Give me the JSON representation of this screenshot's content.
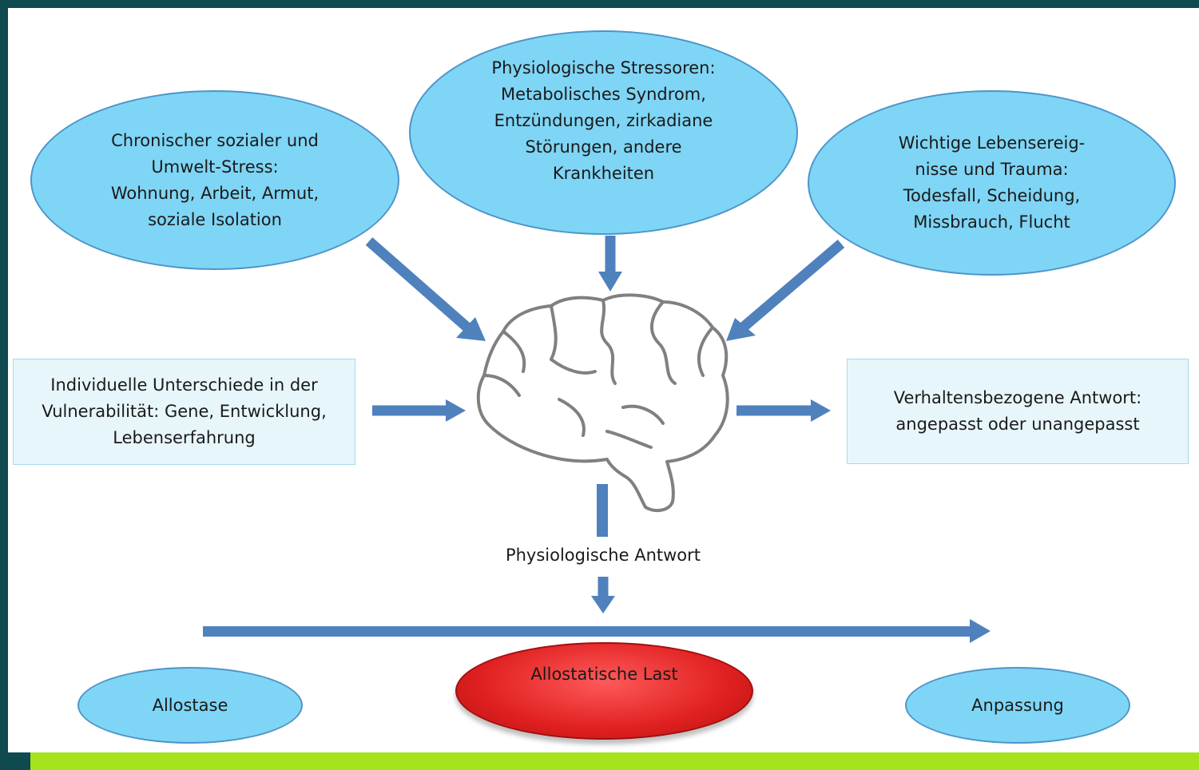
{
  "nodes": {
    "social_stress": "Chronischer sozialer und\nUmwelt-Stress:\nWohnung, Arbeit, Armut,\nsoziale Isolation",
    "physio_stressors": "Physiologische Stressoren:\nMetabolisches Syndrom,\nEntzündungen, zirkadiane\nStörungen, andere\nKrankheiten",
    "life_events": "Wichtige Lebensereig-\nnisse und Trauma:\nTodesfall, Scheidung,\nMissbrauch, Flucht",
    "vulnerability": "Individuelle Unterschiede in der\nVulnerabilität: Gene, Entwicklung,\nLebenserfahrung",
    "behavior": "Verhaltensbezogene Antwort:\nangepasst oder unangepasst",
    "physio_response": "Physiologische Antwort",
    "allostase": "Allostase",
    "allostatic_load": "Allostatische Last",
    "adaptation": "Anpassung"
  },
  "icons": {
    "center": "brain-icon"
  },
  "colors": {
    "ellipse_fill": "#7fd5f5",
    "ellipse_border": "#4e95c9",
    "arrow": "#4f81bd",
    "box_fill": "#e7f6fb",
    "highlight": "#e02020",
    "frame": "#0e4a4f",
    "accent_bar": "#a6e31c"
  }
}
